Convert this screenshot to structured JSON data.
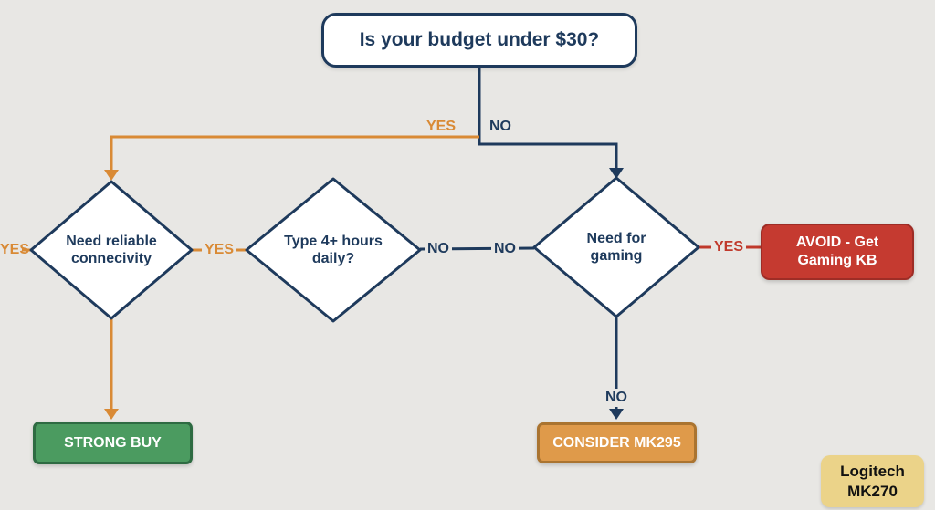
{
  "background": "#e8e7e4",
  "colors": {
    "navy": "#1e3a5c",
    "orange": "#d98a35",
    "red": "#c0392b",
    "green": "#4b9b60",
    "amber": "#df9a4a",
    "khaki": "#ebd389"
  },
  "root_question": "Is your budget under $30?",
  "labels": {
    "yes_top": "YES",
    "no_top": "NO",
    "yes_left_edge": "YES",
    "yes_mid": "YES",
    "no_mid_left": "NO",
    "no_mid_right": "NO",
    "yes_right": "YES",
    "no_bottom": "NO"
  },
  "decisions": {
    "connectivity": "Need reliable connecivity",
    "hours": "Type 4+ hours daily?",
    "gaming": "Need for gaming"
  },
  "results": {
    "strong_buy": "STRONG BUY",
    "consider": "CONSIDER MK295",
    "avoid": "AVOID - Get Gaming KB",
    "product": "Logitech MK270"
  }
}
